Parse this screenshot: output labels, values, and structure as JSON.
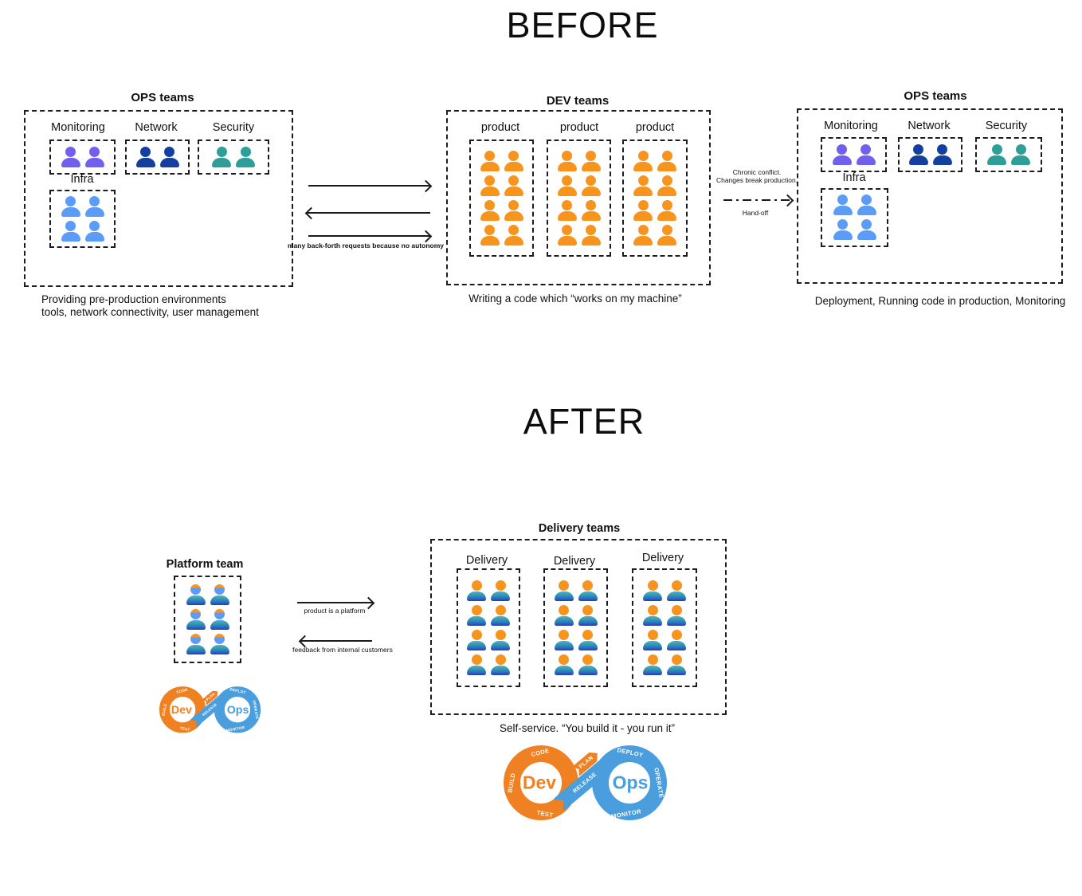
{
  "titles": {
    "before": "BEFORE",
    "after": "AFTER"
  },
  "colors": {
    "monitoring_purple": "#7160ee",
    "network_navy": "#1340a0",
    "security_teal": "#2f9e99",
    "infra_blue": "#5b9cf8",
    "dev_orange": "#f7941e",
    "logo_orange": "#f08122",
    "logo_blue": "#4a9ede"
  },
  "before": {
    "ops_left": {
      "title": "OPS teams",
      "monitoring": {
        "label": "Monitoring",
        "rows": 1,
        "cols": 2,
        "color": "#7160ee"
      },
      "network": {
        "label": "Network",
        "rows": 1,
        "cols": 2,
        "color": "#1340a0"
      },
      "security": {
        "label": "Security",
        "rows": 1,
        "cols": 2,
        "color": "#2f9e99"
      },
      "infra": {
        "label": "Infra",
        "rows": 2,
        "cols": 2,
        "color": "#5b9cf8"
      },
      "caption": [
        "Providing  pre-production environments",
        "tools, network connectivity, user management"
      ]
    },
    "request_arrows_label": "many back-forth requests because no autonomy",
    "dev": {
      "title": "DEV teams",
      "products": [
        {
          "label": "product",
          "rows": 4,
          "cols": 2,
          "color": "#f7941e"
        },
        {
          "label": "product",
          "rows": 4,
          "cols": 2,
          "color": "#f7941e"
        },
        {
          "label": "product",
          "rows": 4,
          "cols": 2,
          "color": "#f7941e"
        }
      ],
      "caption": "Writing a code  which “works on my machine”"
    },
    "handoff": {
      "conflict_line1": "Chronic conflict.",
      "conflict_line2": "Changes break production.",
      "label": "Hand-off"
    },
    "ops_right": {
      "title": "OPS teams",
      "monitoring": {
        "label": "Monitoring",
        "rows": 1,
        "cols": 2,
        "color": "#7160ee"
      },
      "network": {
        "label": "Network",
        "rows": 1,
        "cols": 2,
        "color": "#1340a0"
      },
      "security": {
        "label": "Security",
        "rows": 1,
        "cols": 2,
        "color": "#2f9e99"
      },
      "infra": {
        "label": "Infra",
        "rows": 2,
        "cols": 2,
        "color": "#5b9cf8"
      },
      "caption": "Deployment, Running code in production, Monitoring"
    }
  },
  "after": {
    "platform": {
      "title": "Platform team",
      "team": {
        "rows": 3,
        "cols": 2,
        "variant": "platform"
      }
    },
    "arrow_to_delivery_label": "product is a platform",
    "arrow_to_platform_label": "feedback from internal customers",
    "delivery": {
      "title": "Delivery teams",
      "teams": [
        {
          "label": "Delivery",
          "rows": 4,
          "cols": 2,
          "variant": "delivery"
        },
        {
          "label": "Delivery",
          "rows": 4,
          "cols": 2,
          "variant": "delivery"
        },
        {
          "label": "Delivery",
          "rows": 4,
          "cols": 2,
          "variant": "delivery"
        }
      ],
      "caption": "Self-service. “You build it - you run it”"
    }
  },
  "devops": {
    "dev": "Dev",
    "ops": "Ops",
    "stages": {
      "code": "CODE",
      "plan": "PLAN",
      "build": "BUILD",
      "test": "TEST",
      "release": "RELEASE",
      "deploy": "DEPLOY",
      "operate": "OPERATE",
      "monitor": "MONITOR"
    }
  }
}
